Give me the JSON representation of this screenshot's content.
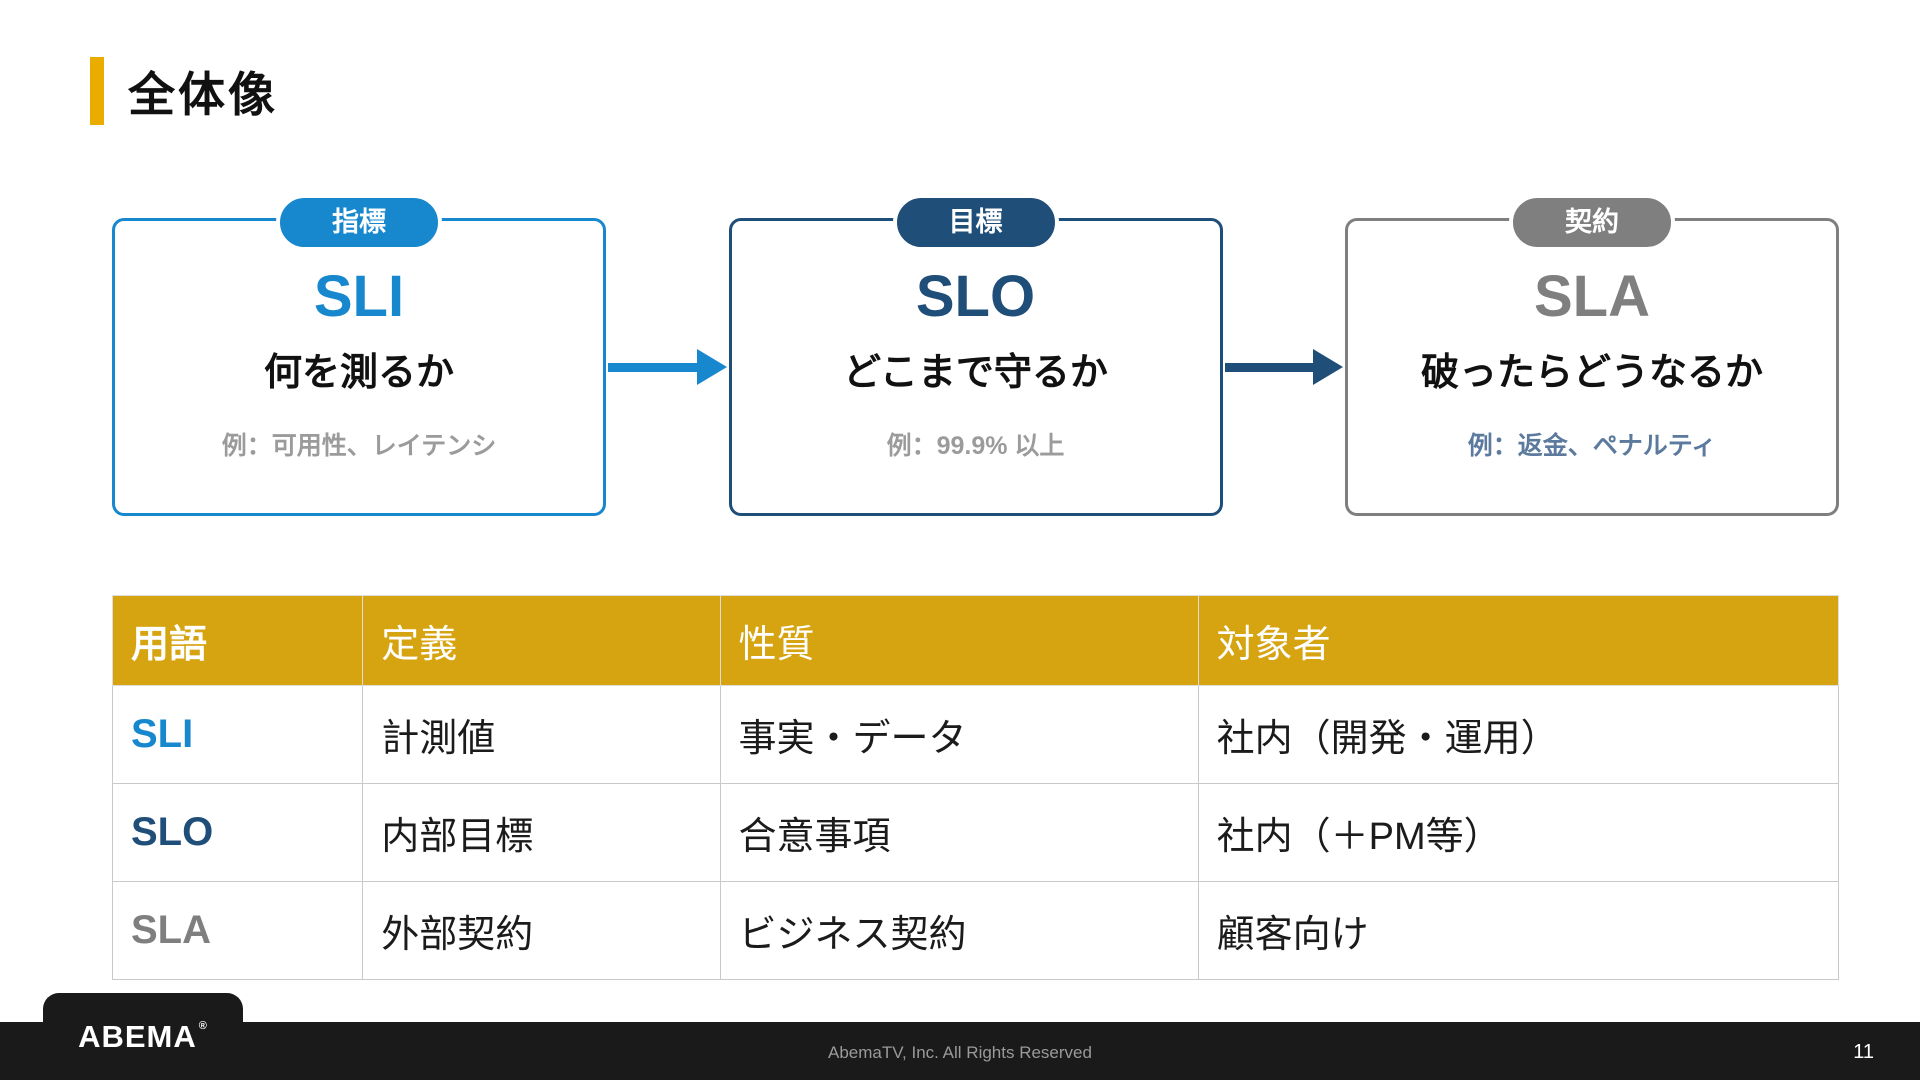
{
  "slide": {
    "title": "全体像",
    "footer_text": "AbemaTV, Inc. All Rights Reserved",
    "page_number": "11",
    "brand": "ABEMA",
    "brand_reg_mark": "®"
  },
  "colors": {
    "accent_gold": "#EBAC00",
    "table_header_gold": "#D7A411",
    "blue": "#1787CE",
    "navy": "#1F4E79",
    "gray": "#7F7F7F",
    "footer_black": "#1A1A1A"
  },
  "diagram": {
    "boxes": [
      {
        "badge": "指標",
        "title": "SLI",
        "subtitle": "何を測るか",
        "example": "例：可用性、レイテンシ",
        "color": "#1787CE",
        "example_color": "#9B9B9B"
      },
      {
        "badge": "目標",
        "title": "SLO",
        "subtitle": "どこまで守るか",
        "example": "例：99.9% 以上",
        "color": "#1F4E79",
        "example_color": "#9B9B9B"
      },
      {
        "badge": "契約",
        "title": "SLA",
        "subtitle": "破ったらどうなるか",
        "example": "例：返金、ペナルティ",
        "color": "#7F7F7F",
        "example_color": "#5B7A9D"
      }
    ],
    "arrows": [
      {
        "color": "#1787CE"
      },
      {
        "color": "#1F4E79"
      }
    ]
  },
  "table": {
    "headers": [
      "用語",
      "定義",
      "性質",
      "対象者"
    ],
    "rows": [
      {
        "term": "SLI",
        "term_color": "#1787CE",
        "cells": [
          "計測値",
          "事実・データ",
          "社内（開発・運用）"
        ]
      },
      {
        "term": "SLO",
        "term_color": "#1F4E79",
        "cells": [
          "内部目標",
          "合意事項",
          "社内（＋PM等）"
        ]
      },
      {
        "term": "SLA",
        "term_color": "#7F7F7F",
        "cells": [
          "外部契約",
          "ビジネス契約",
          "顧客向け"
        ]
      }
    ]
  }
}
